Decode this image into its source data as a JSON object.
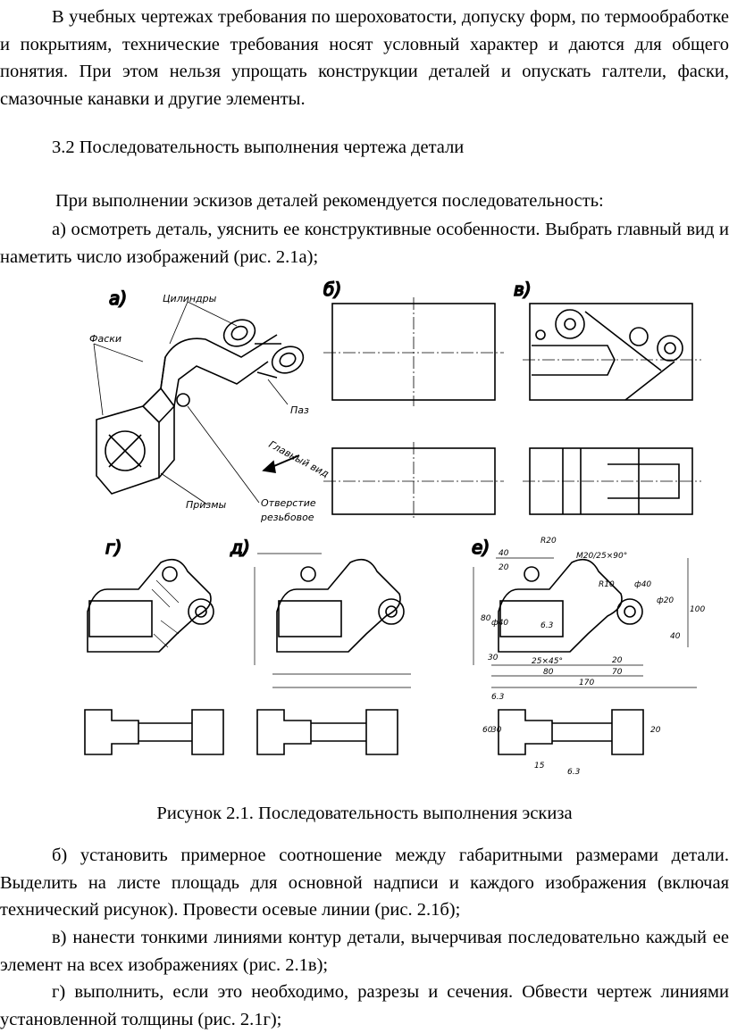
{
  "text": {
    "p1": "В учебных чертежах требования по шероховатости, допуску форм, по термообработке и покрытиям, технические требования носят условный характер и даются для общего понятия. При этом нельзя упрощать конструкции деталей и опускать галтели, фаски, смазочные канавки и другие элементы.",
    "heading": "3.2 Последовательность выполнения чертежа детали",
    "p2": "При выполнении эскизов деталей рекомендуется последовательность:",
    "p3": "а) осмотреть деталь, уяснить ее конструктивные особенности. Выбрать главный вид и наметить число изображений (рис. 2.1а);",
    "caption": "Рисунок 2.1. Последовательность выполнения эскиза",
    "p4": "б) установить примерное соотношение между габаритными размерами детали. Выделить на листе площадь для основной надписи и каждого изображения (включая технический рисунок). Провести осевые линии (рис. 2.1б);",
    "p5": "в) нанести тонкими линиями контур детали, вычерчивая последовательно каждый ее элемент на всех изображениях (рис. 2.1в);",
    "p6": "г) выполнить, если это необходимо, разрезы и сечения. Обвести чертеж линиями установленной толщины (рис. 2.1г);"
  },
  "figure": {
    "panels": [
      "а)",
      "б)",
      "в)",
      "г)",
      "д)",
      "е)"
    ],
    "labels": {
      "cylinders": "Цилиндры",
      "chamfers": "Фаски",
      "groove": "Паз",
      "main_view": "Главный вид",
      "prisms": "Призмы",
      "hole": "Отверстие",
      "threaded": "резьбовое"
    },
    "dimensions": [
      "R20",
      "М20/25×90°",
      "40",
      "20",
      "R10",
      "ф40",
      "ф20",
      "80",
      "ф40",
      "6.3",
      "100",
      "40",
      "30",
      "25×45°",
      "80",
      "20",
      "70",
      "170",
      "6.3",
      "60",
      "30",
      "20",
      "15",
      "6.3"
    ]
  }
}
